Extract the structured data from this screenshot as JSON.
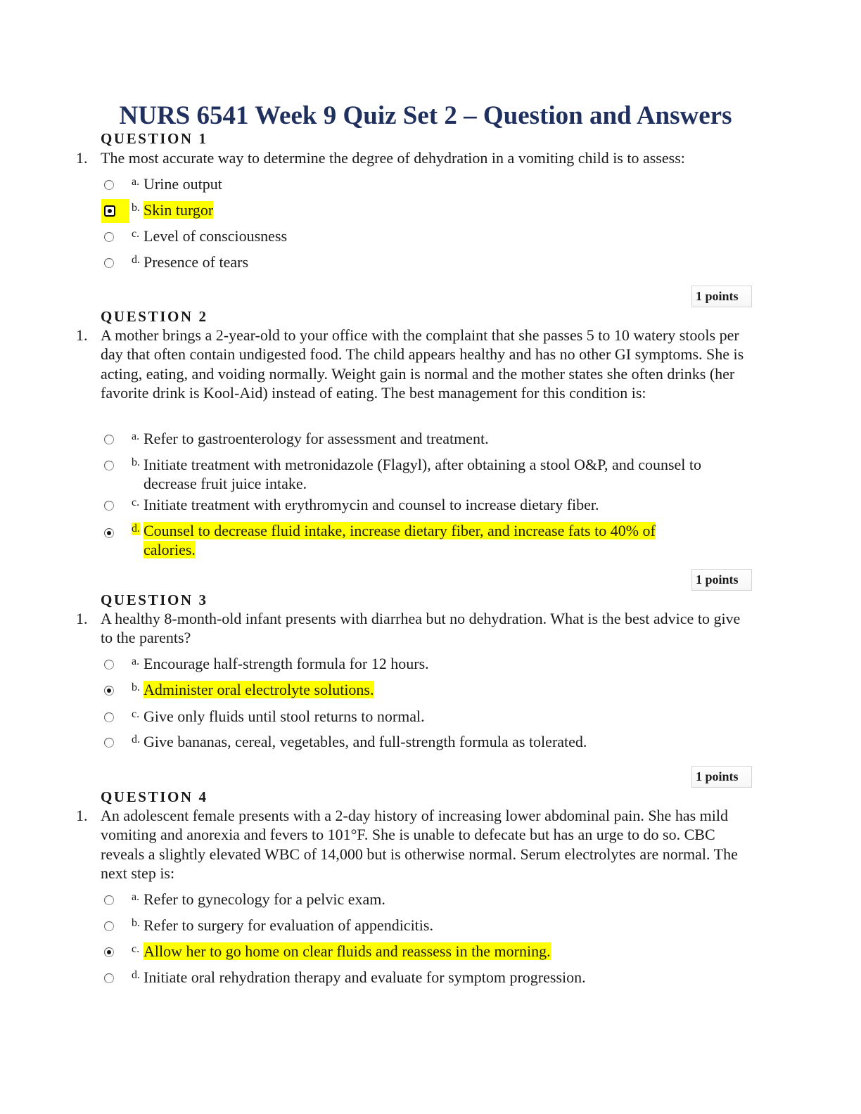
{
  "title": "NURS 6541 Week 9 Quiz Set 2 – Question and Answers",
  "questions": [
    {
      "heading": "QUESTION 1",
      "number": "1.",
      "text": "The most accurate way to determine the degree of dehydration in a vomiting child is to assess:",
      "choices": [
        {
          "letter": "a.",
          "text": "Urine output",
          "selected": false
        },
        {
          "letter": "b.",
          "text": "Skin turgor",
          "selected": true
        },
        {
          "letter": "c.",
          "text": "Level of consciousness",
          "selected": false
        },
        {
          "letter": "d.",
          "text": "Presence of tears",
          "selected": false
        }
      ],
      "points": "1 points"
    },
    {
      "heading": "QUESTION 2",
      "number": "1.",
      "text": "A mother brings a 2-year-old to your office with the complaint that she passes 5 to 10 watery stools per day that often contain undigested food. The child appears healthy and has no other GI symptoms. She is acting, eating, and voiding normally. Weight gain is normal and the mother states she often drinks (her favorite drink is Kool-Aid) instead of eating. The best management for this condition is:",
      "choices": [
        {
          "letter": "a.",
          "text": "Refer to gastroenterology for assessment and treatment.",
          "selected": false
        },
        {
          "letter": "b.",
          "text": "Initiate treatment with metronidazole (Flagyl), after obtaining a stool O&P, and counsel to decrease fruit juice intake.",
          "selected": false
        },
        {
          "letter": "c.",
          "text": "Initiate treatment with erythromycin and counsel to increase dietary fiber.",
          "selected": false
        },
        {
          "letter": "d.",
          "text": "Counsel to decrease fluid intake, increase dietary fiber, and increase fats to 40% of calories.",
          "selected": true
        }
      ],
      "points": "1 points"
    },
    {
      "heading": "QUESTION 3",
      "number": "1.",
      "text": "A healthy 8-month-old infant presents with diarrhea but no dehydration. What is the best advice to give to the parents?",
      "choices": [
        {
          "letter": "a.",
          "text": "Encourage half-strength formula for 12 hours.",
          "selected": false
        },
        {
          "letter": "b.",
          "text": "Administer oral electrolyte solutions.",
          "selected": true
        },
        {
          "letter": "c.",
          "text": "Give only fluids until stool returns to normal.",
          "selected": false
        },
        {
          "letter": "d.",
          "text": "Give bananas, cereal, vegetables, and full-strength formula as tolerated.",
          "selected": false
        }
      ],
      "points": "1 points"
    },
    {
      "heading": "QUESTION 4",
      "number": "1.",
      "text": "An adolescent female presents with a 2-day history of increasing lower abdominal pain. She has mild vomiting and anorexia and fevers to 101°F. She is unable to defecate but has an urge to do so. CBC reveals a slightly elevated WBC of 14,000 but is otherwise normal. Serum electrolytes are normal. The next step is:",
      "choices": [
        {
          "letter": "a.",
          "text": "Refer to gynecology for a pelvic exam.",
          "selected": false
        },
        {
          "letter": "b.",
          "text": "Refer to surgery for evaluation of appendicitis.",
          "selected": false
        },
        {
          "letter": "c.",
          "text": "Allow her to go home on clear fluids and reassess in the morning.",
          "selected": true
        },
        {
          "letter": "d.",
          "text": "Initiate oral rehydration therapy and evaluate for symptom progression.",
          "selected": false
        }
      ]
    }
  ],
  "colors": {
    "title": "#1f2f5e",
    "highlight": "#ffff00"
  }
}
